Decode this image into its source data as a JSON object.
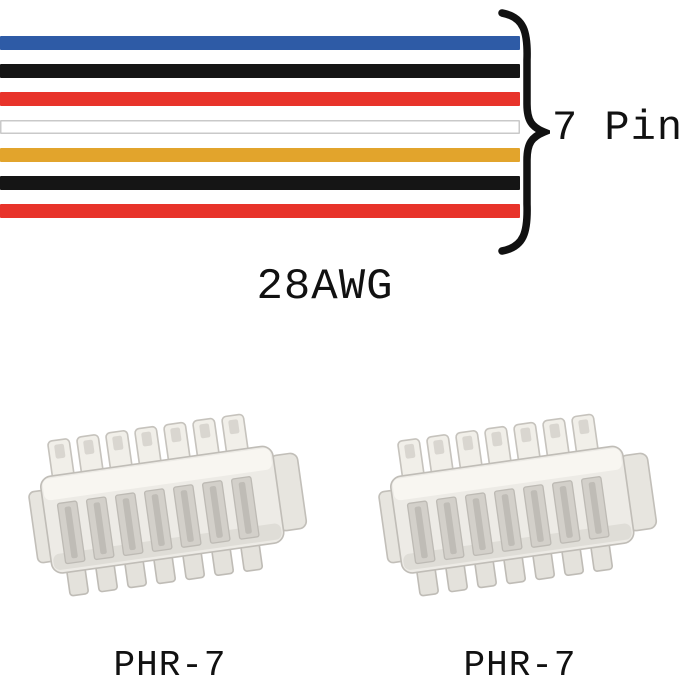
{
  "cable": {
    "pin_label": "7 Pin",
    "gauge_label": "28AWG",
    "wire_colors": [
      "#2e5ba6",
      "#151515",
      "#e8332a",
      "#ffffff",
      "#e2a42c",
      "#151515",
      "#e8332a"
    ]
  },
  "connectors": [
    {
      "label": "PHR-7"
    },
    {
      "label": "PHR-7"
    }
  ]
}
